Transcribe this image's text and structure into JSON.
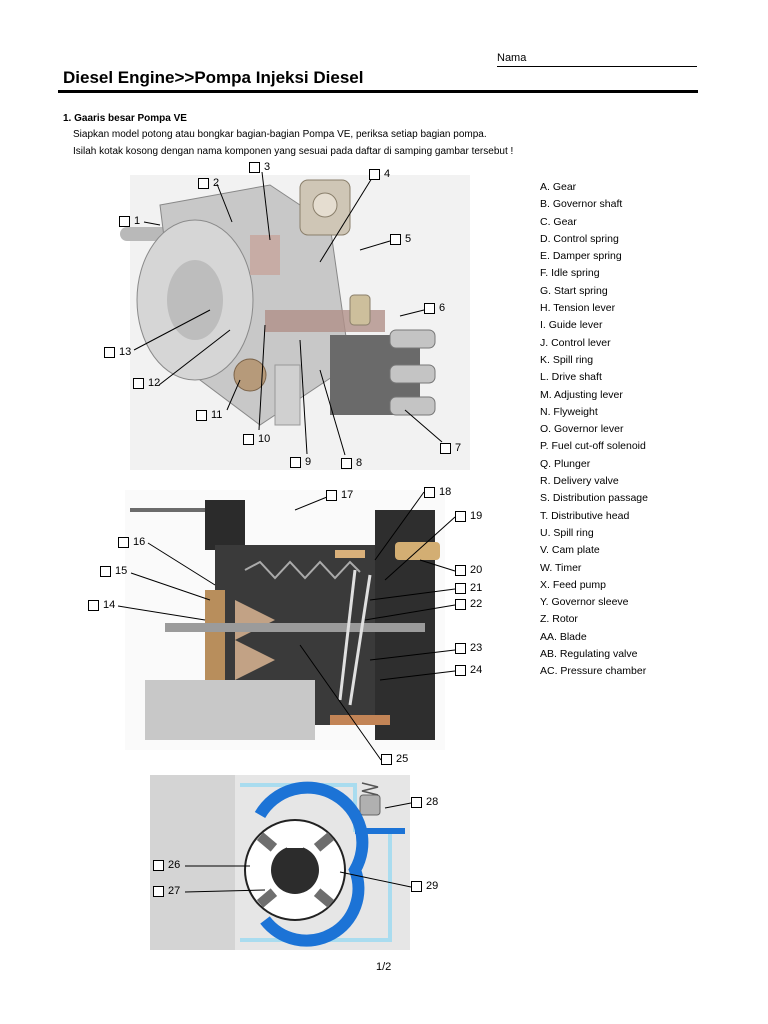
{
  "header": {
    "name_label": "Nama",
    "title": "Diesel Engine>>Pompa Injeksi Diesel"
  },
  "section": {
    "heading": "1. Gaaris besar Pompa VE",
    "line1": "Siapkan model potong atau bongkar bagian-bagian Pompa VE, periksa setiap bagian pompa.",
    "line2": "Isilah kotak kosong dengan nama komponen yang sesuai pada daftar di samping gambar tersebut !"
  },
  "legend": [
    "A. Gear",
    "B. Governor shaft",
    "C. Gear",
    "D. Control spring",
    "E. Damper spring",
    "F. Idle spring",
    "G. Start spring",
    "H. Tension lever",
    "I. Guide lever",
    "J. Control lever",
    "K. Spill ring",
    "L. Drive shaft",
    "M. Adjusting lever",
    "N. Flyweight",
    "O. Governor lever",
    "P. Fuel cut-off solenoid",
    "Q. Plunger",
    "R. Delivery valve",
    "S. Distribution passage",
    "T. Distributive head",
    "U. Spill ring",
    "V. Cam plate",
    "W. Timer",
    "X. Feed pump",
    "Y. Governor sleeve",
    "Z. Rotor",
    "AA. Blade",
    "AB. Regulating valve",
    "AC. Pressure chamber"
  ],
  "labels": [
    "1",
    "2",
    "3",
    "4",
    "5",
    "6",
    "7",
    "8",
    "9",
    "10",
    "11",
    "12",
    "13",
    "14",
    "15",
    "16",
    "17",
    "18",
    "19",
    "20",
    "21",
    "22",
    "23",
    "24",
    "25",
    "26",
    "27",
    "28",
    "29"
  ],
  "footer": {
    "page": "1/2"
  }
}
